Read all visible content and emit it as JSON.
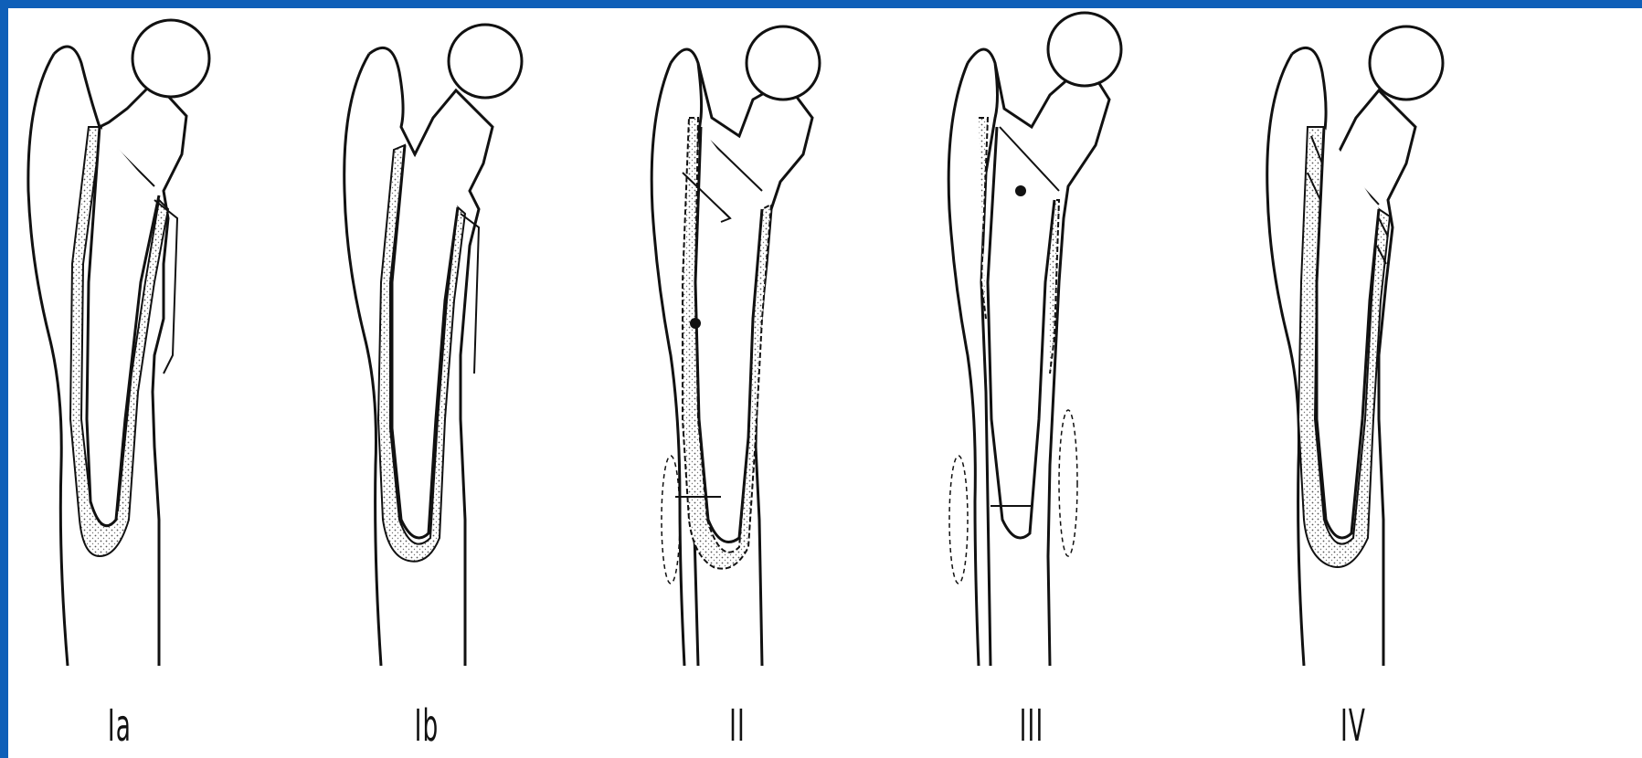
{
  "colors": {
    "frame": "#0f5fb8",
    "paper": "#ffffff",
    "ink": "#111111",
    "stipple": "#e2e2e2"
  },
  "figures": [
    {
      "id": "Ia",
      "label": "Ia"
    },
    {
      "id": "Ib",
      "label": "Ib"
    },
    {
      "id": "II",
      "label": "II"
    },
    {
      "id": "III",
      "label": "III"
    },
    {
      "id": "IV",
      "label": "IV"
    }
  ]
}
